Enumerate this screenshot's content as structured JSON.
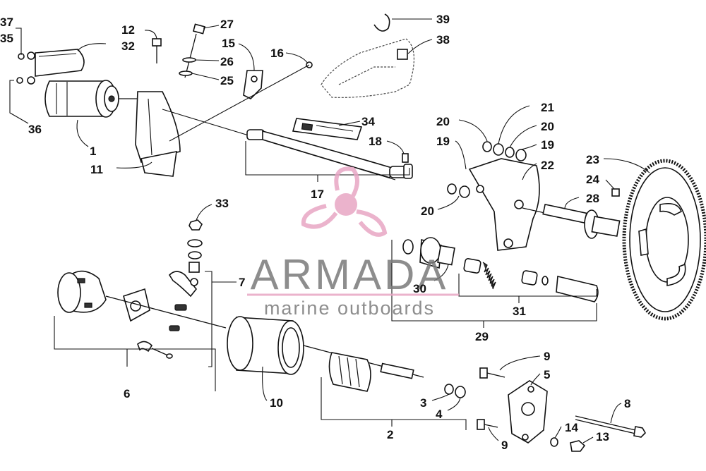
{
  "callouts": {
    "p1": "1",
    "p2": "2",
    "p3": "3",
    "p4": "4",
    "p5": "5",
    "p6": "6",
    "p7": "7",
    "p8": "8",
    "p9a": "9",
    "p9b": "9",
    "p10": "10",
    "p11": "11",
    "p12": "12",
    "p13": "13",
    "p14": "14",
    "p15": "15",
    "p16": "16",
    "p17": "17",
    "p18": "18",
    "p19a": "19",
    "p19b": "19",
    "p20a": "20",
    "p20b": "20",
    "p20c": "20",
    "p21": "21",
    "p22": "22",
    "p23": "23",
    "p24": "24",
    "p25": "25",
    "p26": "26",
    "p27": "27",
    "p28": "28",
    "p29": "29",
    "p30": "30",
    "p31": "31",
    "p32": "32",
    "p33": "33",
    "p34": "34",
    "p35": "35",
    "p36": "36",
    "p37": "37",
    "p38": "38",
    "p39": "39"
  },
  "watermark": {
    "brand": "ARMADA",
    "tagline": "marine outboards",
    "color_text": "#7a7a7a",
    "color_logo": "#e8a6c4"
  },
  "colors": {
    "line": "#111111",
    "background": "#ffffff"
  }
}
